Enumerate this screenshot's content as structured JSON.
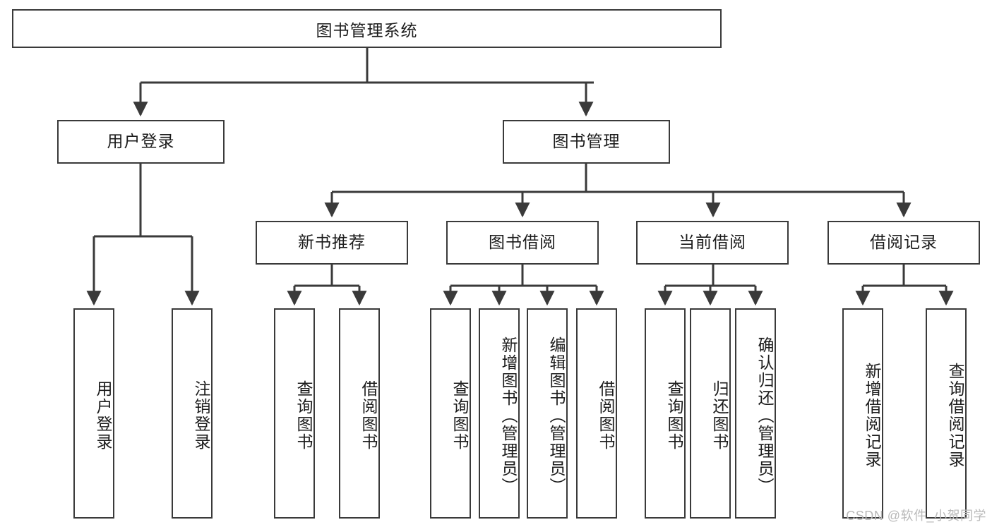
{
  "diagram": {
    "title": "图书管理系统",
    "type": "tree-hierarchy-chart",
    "colors": {
      "stroke": "#3a3a3a",
      "fill": "#ffffff",
      "text": "#1c1c1c",
      "watermark": "#b9b9b9"
    },
    "root": {
      "label": "图书管理系统"
    },
    "level1": [
      {
        "label": "用户登录"
      },
      {
        "label": "图书管理"
      }
    ],
    "level2": [
      {
        "label": "新书推荐"
      },
      {
        "label": "图书借阅"
      },
      {
        "label": "当前借阅"
      },
      {
        "label": "借阅记录"
      }
    ],
    "leaves": {
      "user_login": [
        {
          "label": "用户登录"
        },
        {
          "label": "注销登录"
        }
      ],
      "new_book_recommend": [
        {
          "label": "查询图书"
        },
        {
          "label": "借阅图书"
        }
      ],
      "book_borrow": [
        {
          "label": "查询图书"
        },
        {
          "label": "新增图书（管理员）"
        },
        {
          "label": "编辑图书（管理员）"
        },
        {
          "label": "借阅图书"
        }
      ],
      "current_borrow": [
        {
          "label": "查询图书"
        },
        {
          "label": "归还图书"
        },
        {
          "label": "确认归还（管理员）"
        }
      ],
      "borrow_record": [
        {
          "label": "新增借阅记录"
        },
        {
          "label": "查询借阅记录"
        }
      ]
    },
    "watermark": "CSDN @软件_小贺同学"
  }
}
